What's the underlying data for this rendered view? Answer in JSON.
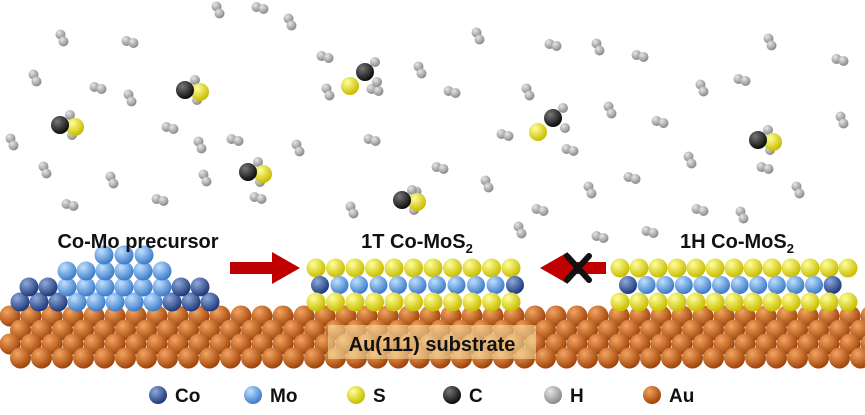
{
  "labels": {
    "precursor": "Co-Mo precursor",
    "phase_1t_base": "1T Co-MoS",
    "phase_1h_base": "1H Co-MoS",
    "subscript": "2",
    "substrate": "Au(111) substrate"
  },
  "legend": [
    {
      "symbol": "Co",
      "color": "#2f4f8f"
    },
    {
      "symbol": "Mo",
      "color": "#5b9bd5"
    },
    {
      "symbol": "S",
      "color": "#f2e600"
    },
    {
      "symbol": "C",
      "color": "#222222"
    },
    {
      "symbol": "H",
      "color": "#a6a6a6"
    },
    {
      "symbol": "Au",
      "color": "#c55a11"
    }
  ],
  "arrows": {
    "forward": {
      "color": "#c00000",
      "direction": "right"
    },
    "backward": {
      "color": "#c00000",
      "direction": "left",
      "blocked": true,
      "cross_color": "#111111"
    }
  },
  "background": "#ffffff"
}
